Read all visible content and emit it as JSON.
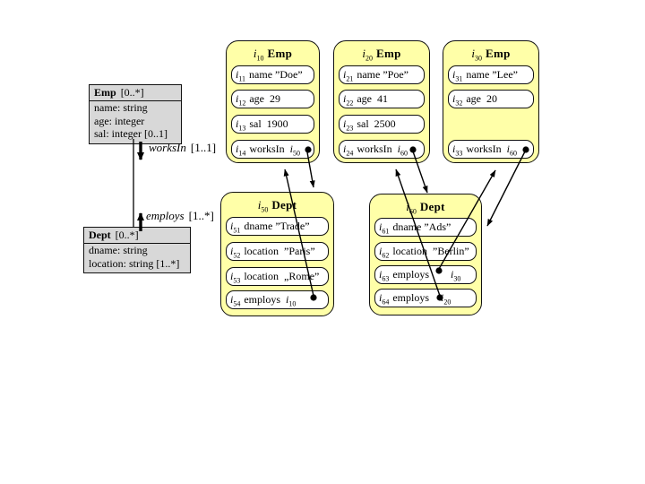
{
  "ids": {
    "prefix": "i"
  },
  "class_boxes": {
    "emp": {
      "name": "Emp",
      "mult": "[0..*]",
      "attrs": [
        "name: string",
        "age: integer",
        "sal: integer [0..1]"
      ]
    },
    "dept": {
      "name": "Dept",
      "mult": "[0..*]",
      "attrs": [
        "dname: string",
        "location: string [1..*]"
      ]
    }
  },
  "associations": {
    "worksin": {
      "name": "worksIn",
      "mult": "[1..1]"
    },
    "employs": {
      "name": "employs",
      "mult": "[1..*]"
    }
  },
  "instances": {
    "emp": [
      {
        "sub": "10",
        "type": "Emp",
        "rows": [
          {
            "sub": "11",
            "text": "name ”Doe”"
          },
          {
            "sub": "12",
            "text": "age  29"
          },
          {
            "sub": "13",
            "text": "sal  1900"
          },
          {
            "sub": "14",
            "text": "worksIn",
            "ref_sub": "50"
          }
        ]
      },
      {
        "sub": "20",
        "type": "Emp",
        "rows": [
          {
            "sub": "21",
            "text": "name ”Poe”"
          },
          {
            "sub": "22",
            "text": "age  41"
          },
          {
            "sub": "23",
            "text": "sal  2500"
          },
          {
            "sub": "24",
            "text": "worksIn",
            "ref_sub": "60"
          }
        ]
      },
      {
        "sub": "30",
        "type": "Emp",
        "rows": [
          {
            "sub": "31",
            "text": "name ”Lee”"
          },
          {
            "sub": "32",
            "text": "age  20"
          },
          {
            "sub": "33",
            "text": "worksIn",
            "ref_sub": "60"
          }
        ]
      }
    ],
    "dept": [
      {
        "sub": "50",
        "type": "Dept",
        "rows": [
          {
            "sub": "51",
            "text": "dname ”Trade”"
          },
          {
            "sub": "52",
            "text": "location  ”Paris”"
          },
          {
            "sub": "53",
            "text": "location  „Rome”"
          },
          {
            "sub": "54",
            "text": "employs",
            "ref_sub": "10"
          }
        ]
      },
      {
        "sub": "60",
        "type": "Dept",
        "rows": [
          {
            "sub": "61",
            "text": "dname ”Ads”"
          },
          {
            "sub": "62",
            "text": "location  ”Berlin”"
          },
          {
            "sub": "63",
            "text": "employs",
            "ref_sub": "30"
          },
          {
            "sub": "64",
            "text": "employs",
            "ref_sub": "20"
          }
        ]
      }
    ]
  },
  "colors": {
    "instance_fill": "#ffffa8",
    "class_fill": "#d8d8d8",
    "slot_fill": "#ffffff",
    "line": "#000000"
  }
}
